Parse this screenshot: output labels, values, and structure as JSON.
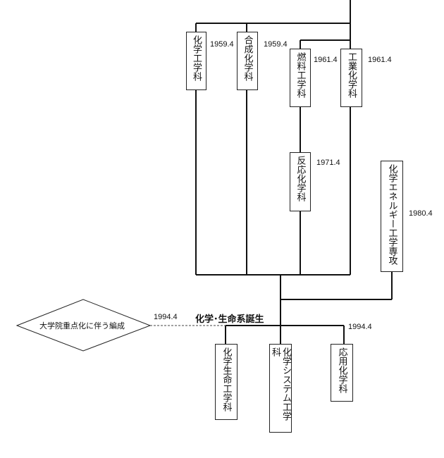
{
  "departments": {
    "kagaku_kogaku": {
      "name": "化学工学科",
      "date": "1959.4"
    },
    "gosei_kagaku": {
      "name": "合成化学科",
      "date": "1959.4"
    },
    "nenryo_kogaku": {
      "name": "燃料工学科",
      "date": "1961.4"
    },
    "kogyo_kagaku": {
      "name": "工業化学科",
      "date": "1961.4"
    },
    "hanno_kagaku": {
      "name": "反応化学科",
      "date": "1971.4"
    },
    "energy_senko": {
      "name": "化学エネルギー工学専攻",
      "date": "1980.4"
    },
    "seimei_kogaku": {
      "name": "化学生命工学科"
    },
    "system_kogaku": {
      "name": "化学システム工学科"
    },
    "oyo_kagaku": {
      "name": "応用化学科",
      "date": "1994.4"
    }
  },
  "birth_label": "化学･生命系誕生",
  "reorg": {
    "label": "大学院重点化に伴う編成",
    "date": "1994.4"
  }
}
